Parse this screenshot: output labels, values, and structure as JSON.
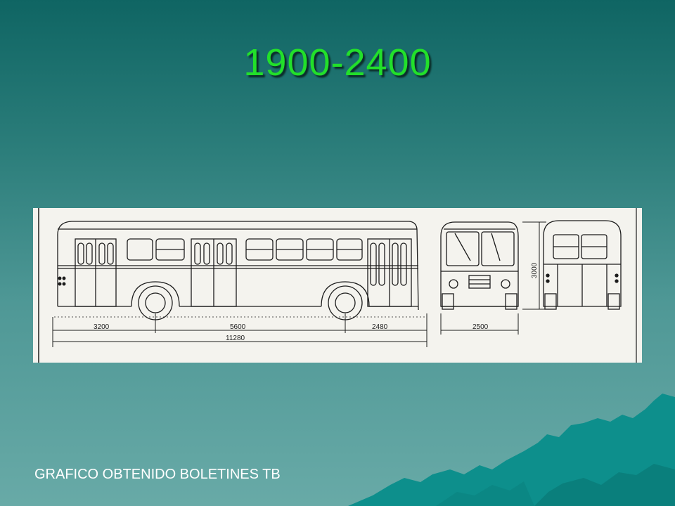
{
  "slide": {
    "title": "1900-2400",
    "caption": "GRAFICO OBTENIDO BOLETINES TB"
  },
  "drawing": {
    "dimensions": {
      "front_overhang": "3200",
      "wheelbase": "5600",
      "rear_overhang": "2480",
      "overall_length": "11280",
      "width": "2500",
      "height": "3000"
    }
  },
  "colors": {
    "title": "#22e02a",
    "background_top": "#0f6563",
    "background_bottom": "#68aaa7",
    "mountain": "#0d8f8c"
  }
}
